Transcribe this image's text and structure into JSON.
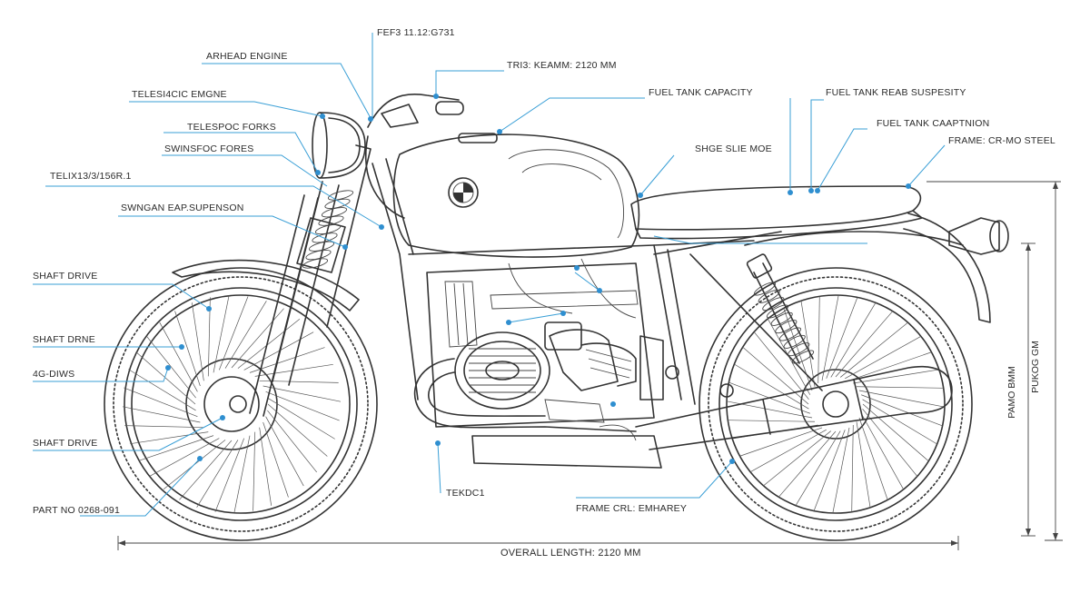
{
  "accent_color": "#3a9fd6",
  "labels": {
    "top_code": "FEF3 11.12:G731",
    "arhead_engine": "ARHEAD ENGINE",
    "tri_keam": "TRI3: KEAMM: 2120 MM",
    "telesfoc_engine": "TELESI4CIC EMGNE",
    "fuel_tank_capacity": "FUEL TANK CAPACITY",
    "fuel_tank_rear_suspension": "FUEL TANK REAB SUSPESITY",
    "telespoc_forks": "TELESPOC FORKS",
    "fuel_tank_caption": "FUEL TANK  CAAPTNION",
    "swinsfoc_fores": "SWINSFOC FORES",
    "shge_slie_moe": "SHGE SLIE MOE",
    "frame_steel": "FRAME: CR-MO STEEL",
    "telix": "TELIX13/3/156R.1",
    "swngan_suspension": "SWNGAN EAP.SUPENSON",
    "shaft_drive_1": "SHAFT DRIVE",
    "shaft_drive_2": "SHAFT DRNE",
    "ag_diws": "4G-DIWS",
    "shaft_drive_3": "SHAFT DRIVE",
    "part_no": "PART NO  0268-091",
    "tekdc": "TEKDC1",
    "frame_cr_exhaust": "FRAME CRL: EMHAREY",
    "overall_length": "OVERALL LENGTH: 2120 MM",
    "pamo_bmm": "PAMO BMM",
    "pukog_gm": "PUKOG GM"
  }
}
